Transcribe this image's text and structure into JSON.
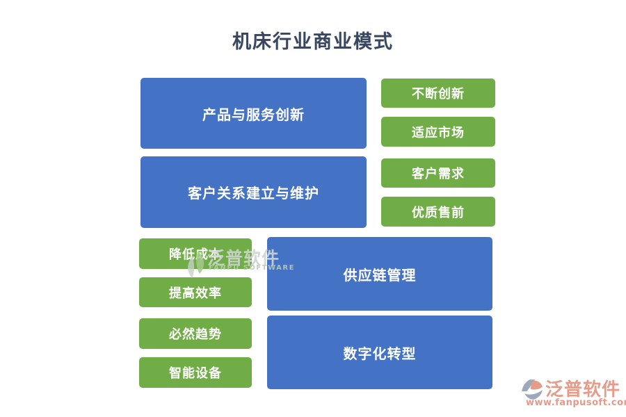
{
  "title": "机床行业商业模式",
  "palette": {
    "blue": "#4472C4",
    "green": "#70AD47",
    "title_color": "#39465E",
    "logo_salmon": "#E59C8B",
    "logo_gray": "#9FA8B8"
  },
  "blocks": {
    "product_service_innovation": "产品与服务创新",
    "customer_relationship": "客户关系建立与维护",
    "supply_chain": "供应链管理",
    "digital_transformation": "数字化转型",
    "continuous_innovation": "不断创新",
    "adapt_market": "适应市场",
    "customer_needs": "客户需求",
    "quality_presales": "优质售前",
    "reduce_cost": "降低成本",
    "improve_efficiency": "提高效率",
    "inevitable_trend": "必然趋势",
    "smart_equipment": "智能设备"
  },
  "watermark": {
    "center_text": "泛普软件",
    "center_subtext": "FANPU SOFTWARE"
  },
  "logo": {
    "text": "泛普软件",
    "url": "www.fanpusoft.com"
  }
}
